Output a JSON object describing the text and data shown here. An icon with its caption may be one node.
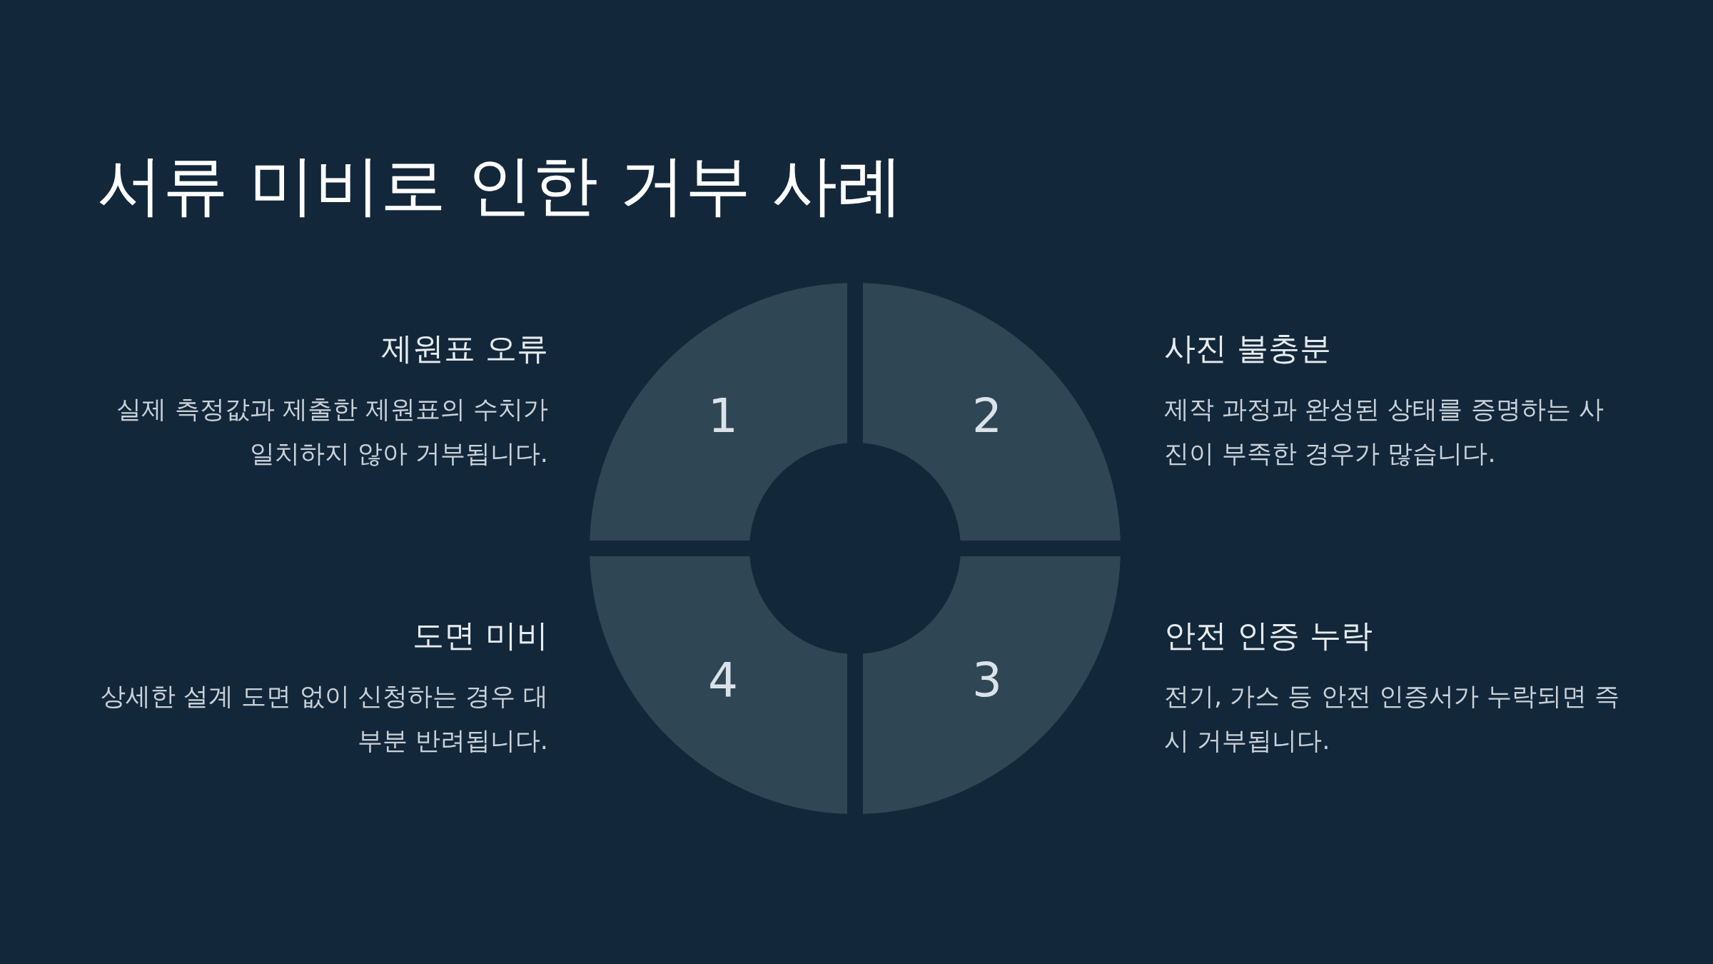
{
  "diagram": {
    "title": "서류 미비로 인한 거부 사례",
    "nodes": [
      {
        "text": [
          "1"
        ],
        "beside": [
          "제원표 오류",
          "실제 측정값과 제출한 제원표의 수치가 일치하지 않아 거부됩니다."
        ]
      },
      {
        "text": [
          "2"
        ],
        "beside": [
          "사진 불충분",
          "제작 과정과 완성된 상태를 증명하는 사진이 부족한 경우가 많습니다."
        ]
      },
      {
        "text": [
          "3"
        ],
        "beside": [
          "안전 인증 누락",
          "전기, 가스 등 안전 인증서가 누락되면 즉시 거부됩니다."
        ]
      },
      {
        "text": [
          "4"
        ],
        "beside": [
          "도면 미비",
          "상세한 설계 도면 없이 신청하는 경우 대부분 반려됩니다."
        ]
      }
    ],
    "edges": []
  }
}
